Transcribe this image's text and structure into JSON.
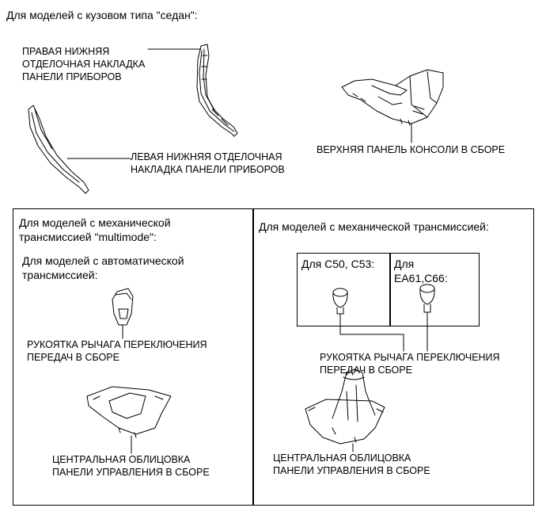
{
  "header": {
    "title": "Для моделей с кузовом типа \"седан\":"
  },
  "top": {
    "right_lower_trim_label": "ПРАВАЯ НИЖНЯЯ\nОТДЕЛОЧНАЯ НАКЛАДКА\nПАНЕЛИ ПРИБОРОВ",
    "left_lower_trim_label": "ЛЕВАЯ НИЖНЯЯ ОТДЕЛОЧНАЯ\nНАКЛАДКА ПАНЕЛИ ПРИБОРОВ",
    "console_upper_panel_label": "ВЕРХНЯЯ ПАНЕЛЬ КОНСОЛИ В СБОРЕ"
  },
  "left_panel": {
    "title": "Для моделей с механической\nтрансмиссией \"multimode\":",
    "subtitle": "Для моделей с автоматической\nтрансмиссией:",
    "shift_knob_label": "РУКОЯТКА РЫЧАГА ПЕРЕКЛЮЧЕНИЯ\nПЕРЕДАЧ В СБОРЕ",
    "center_cluster_label": "ЦЕНТРАЛЬНАЯ ОБЛИЦОВКА\nПАНЕЛИ УПРАВЛЕНИЯ В СБОРЕ"
  },
  "right_panel": {
    "title": "Для моделей с механической трансмиссией:",
    "variant_a": "Для C50, C53:",
    "variant_b": "Для\nEA61,C66:",
    "shift_knob_label": "РУКОЯТКА РЫЧАГА ПЕРЕКЛЮЧЕНИЯ\nПЕРЕДАЧ В СБОРЕ",
    "center_cluster_label": "ЦЕНТРАЛЬНАЯ ОБЛИЦОВКА\nПАНЕЛИ УПРАВЛЕНИЯ В СБОРЕ"
  }
}
